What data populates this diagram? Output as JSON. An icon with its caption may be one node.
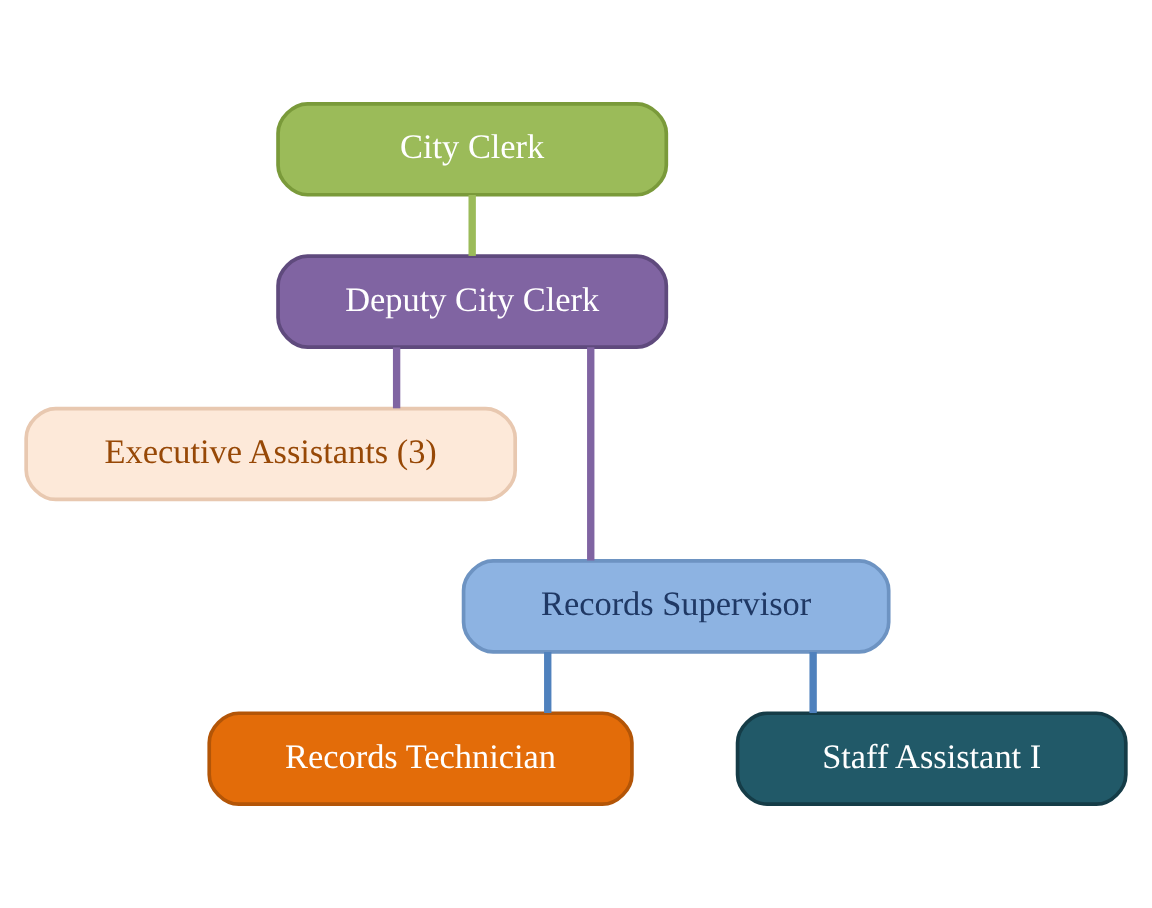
{
  "diagram": {
    "nodes": [
      {
        "text": [
          "City Clerk"
        ]
      },
      {
        "text": [
          "Deputy City Clerk"
        ]
      },
      {
        "text": [
          "Executive Assistants (3)"
        ]
      },
      {
        "text": [
          "Records Supervisor"
        ]
      },
      {
        "text": [
          "Records Technician"
        ]
      },
      {
        "text": [
          "Staff Assistant I"
        ]
      }
    ],
    "edges": [
      {
        "from": 0,
        "to": 1,
        "arrow": "none",
        "color": "#9bbb59"
      },
      {
        "from": 1,
        "to": 2,
        "arrow": "none",
        "color": "#8064a2"
      },
      {
        "from": 1,
        "to": 3,
        "arrow": "none",
        "color": "#8064a2"
      },
      {
        "from": 3,
        "to": 4,
        "arrow": "none",
        "color": "#4f81bd"
      },
      {
        "from": 3,
        "to": 5,
        "arrow": "none",
        "color": "#4f81bd"
      }
    ]
  }
}
